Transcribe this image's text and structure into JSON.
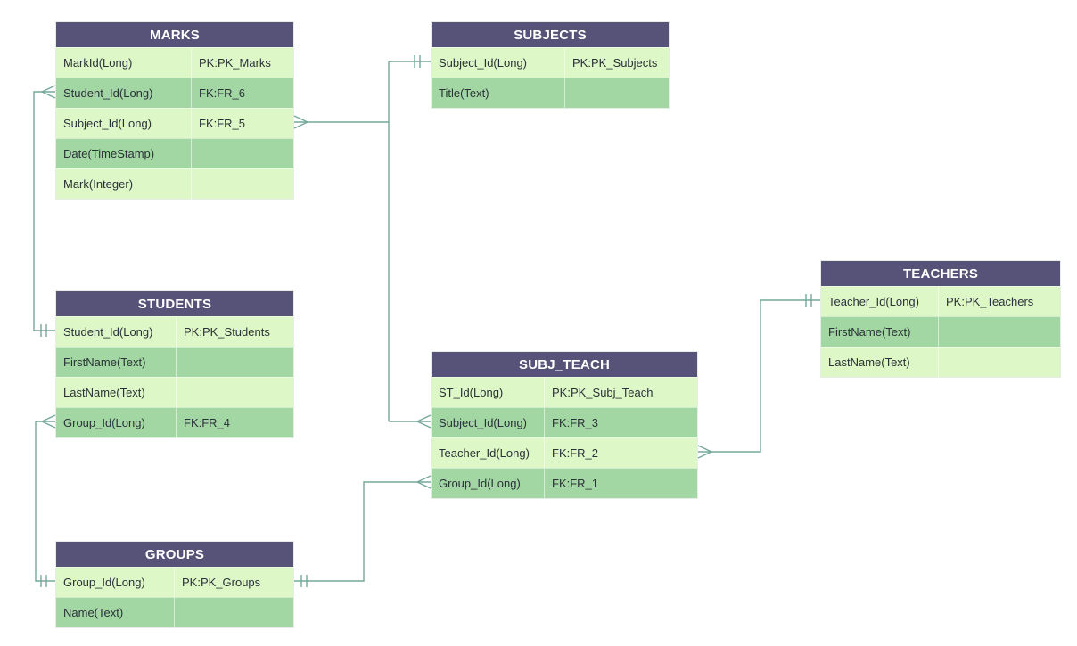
{
  "diagram": {
    "type": "entity-relationship-diagram",
    "colors": {
      "header_bg": "#575277",
      "row_dark": "#a2d7a3",
      "row_light": "#ddf7c6",
      "line": "#74a89a",
      "header_text": "#ffffff",
      "row_text": "#2b3138",
      "canvas_bg": "#ffffff"
    },
    "tables": [
      {
        "name": "MARKS",
        "rows": [
          {
            "field": "MarkId(Long)",
            "key": "PK:PK_Marks"
          },
          {
            "field": "Student_Id(Long)",
            "key": "FK:FR_6"
          },
          {
            "field": "Subject_Id(Long)",
            "key": "FK:FR_5"
          },
          {
            "field": "Date(TimeStamp)",
            "key": ""
          },
          {
            "field": "Mark(Integer)",
            "key": ""
          }
        ]
      },
      {
        "name": "SUBJECTS",
        "rows": [
          {
            "field": "Subject_Id(Long)",
            "key": "PK:PK_Subjects"
          },
          {
            "field": "Title(Text)",
            "key": ""
          }
        ]
      },
      {
        "name": "STUDENTS",
        "rows": [
          {
            "field": "Student_Id(Long)",
            "key": "PK:PK_Students"
          },
          {
            "field": "FirstName(Text)",
            "key": ""
          },
          {
            "field": "LastName(Text)",
            "key": ""
          },
          {
            "field": "Group_Id(Long)",
            "key": "FK:FR_4"
          }
        ]
      },
      {
        "name": "SUBJ_TEACH",
        "rows": [
          {
            "field": "ST_Id(Long)",
            "key": "PK:PK_Subj_Teach"
          },
          {
            "field": "Subject_Id(Long)",
            "key": "FK:FR_3"
          },
          {
            "field": "Teacher_Id(Long)",
            "key": "FK:FR_2"
          },
          {
            "field": "Group_Id(Long)",
            "key": "FK:FR_1"
          }
        ]
      },
      {
        "name": "TEACHERS",
        "rows": [
          {
            "field": "Teacher_Id(Long)",
            "key": "PK:PK_Teachers"
          },
          {
            "field": "FirstName(Text)",
            "key": ""
          },
          {
            "field": "LastName(Text)",
            "key": ""
          }
        ]
      },
      {
        "name": "GROUPS",
        "rows": [
          {
            "field": "Group_Id(Long)",
            "key": "PK:PK_Groups"
          },
          {
            "field": "Name(Text)",
            "key": ""
          }
        ]
      }
    ],
    "relationships": [
      {
        "name": "FR_6",
        "from": "MARKS.Student_Id",
        "to": "STUDENTS.Student_Id",
        "cardinality": "many-to-one"
      },
      {
        "name": "FR_5",
        "from": "MARKS.Subject_Id",
        "to": "SUBJECTS.Subject_Id",
        "cardinality": "many-to-one"
      },
      {
        "name": "FR_3",
        "from": "SUBJ_TEACH.Subject_Id",
        "to": "SUBJECTS.Subject_Id",
        "cardinality": "many-to-one"
      },
      {
        "name": "FR_2",
        "from": "SUBJ_TEACH.Teacher_Id",
        "to": "TEACHERS.Teacher_Id",
        "cardinality": "many-to-one"
      },
      {
        "name": "FR_4",
        "from": "STUDENTS.Group_Id",
        "to": "GROUPS.Group_Id",
        "cardinality": "many-to-one"
      },
      {
        "name": "FR_1",
        "from": "SUBJ_TEACH.Group_Id",
        "to": "GROUPS.Group_Id",
        "cardinality": "many-to-one"
      }
    ]
  }
}
